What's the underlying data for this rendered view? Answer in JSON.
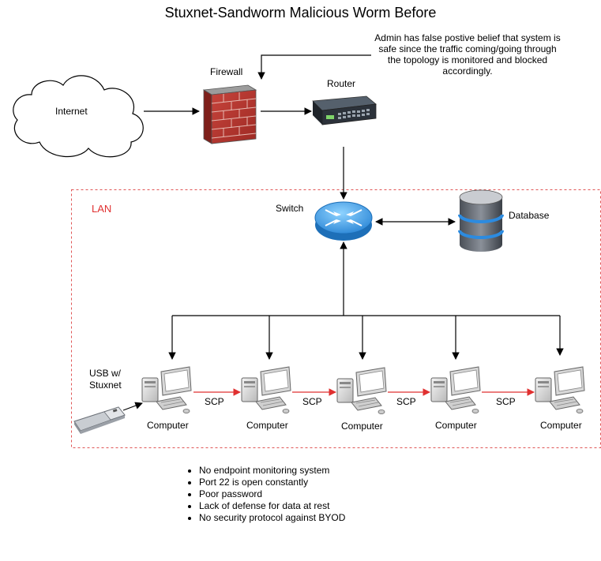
{
  "title": "Stuxnet-Sandworm Malicious Worm Before",
  "note": "Admin has false postive belief that system is safe since the traffic coming/going through the topology is monitored and blocked accordingly.",
  "nodes": {
    "internet": "Internet",
    "firewall": "Firewall",
    "router": "Router",
    "switch": "Switch",
    "database": "Database",
    "usb": "USB w/\nStuxnet"
  },
  "lan_label": "LAN",
  "computers": [
    "Computer",
    "Computer",
    "Computer",
    "Computer",
    "Computer"
  ],
  "scp_links": [
    "SCP",
    "SCP",
    "SCP",
    "SCP"
  ],
  "issues": [
    "No endpoint monitoring system",
    "Port 22 is open constantly",
    "Poor password",
    "Lack of defense for data at rest",
    "No security protocol against BYOD"
  ],
  "colors": {
    "lan_border": "#e05555",
    "lan_text": "#e03030",
    "scp_arrow": "#e03030",
    "arrow": "#000000"
  }
}
